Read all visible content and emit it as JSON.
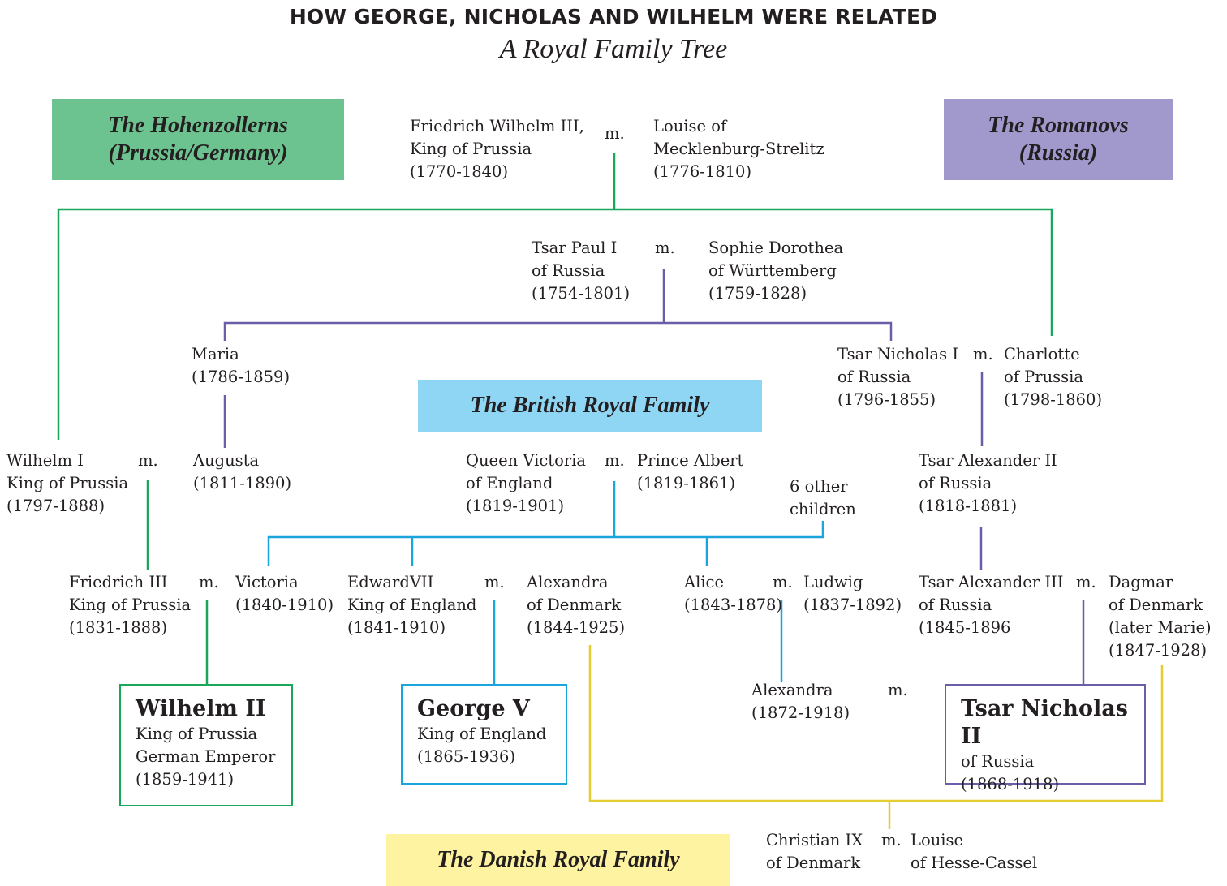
{
  "title": "HOW GEORGE, NICHOLAS AND WILHELM WERE RELATED",
  "subtitle": "A Royal Family Tree",
  "marriage_label": "m.",
  "colors": {
    "prussia": "#6dc38f",
    "russia": "#a198cc",
    "britain": "#8fd6f4",
    "denmark": "#fdf3a1",
    "line_prussia": "#19a85a",
    "line_russia": "#6b5ea8",
    "line_britain": "#1aa6dc",
    "line_denmark": "#e3cd30"
  },
  "families": {
    "hohenzollerns": [
      "The Hohenzollerns",
      "(Prussia/Germany)"
    ],
    "romanovs": [
      "The Romanovs",
      "(Russia)"
    ],
    "british": [
      "The British Royal Family"
    ],
    "danish": [
      "The Danish Royal Family"
    ]
  },
  "people": {
    "friedrich_wilhelm_iii": [
      "Friedrich Wilhelm III,",
      "King of Prussia",
      "(1770-1840)"
    ],
    "louise_mecklenburg": [
      "Louise of",
      "Mecklenburg-Strelitz",
      "(1776-1810)"
    ],
    "paul_i": [
      "Tsar Paul I",
      "of Russia",
      "(1754-1801)"
    ],
    "sophie_dorothea": [
      "Sophie Dorothea",
      "of Württemberg",
      "(1759-1828)"
    ],
    "maria": [
      "Maria",
      "(1786-1859)"
    ],
    "nicholas_i": [
      "Tsar Nicholas I",
      "of Russia",
      "(1796-1855)"
    ],
    "charlotte": [
      "Charlotte",
      "of Prussia",
      "(1798-1860)"
    ],
    "wilhelm_i": [
      "Wilhelm I",
      "King of Prussia",
      "(1797-1888)"
    ],
    "augusta": [
      "Augusta",
      "(1811-1890)"
    ],
    "victoria_queen": [
      "Queen Victoria",
      "of England",
      "(1819-1901)"
    ],
    "albert": [
      "Prince Albert",
      "(1819-1861)"
    ],
    "other_children": [
      "6 other",
      "children"
    ],
    "alexander_ii": [
      "Tsar Alexander II",
      "of Russia",
      "(1818-1881)"
    ],
    "friedrich_iii": [
      "Friedrich III",
      "King of Prussia",
      "(1831-1888)"
    ],
    "victoria_princess": [
      "Victoria",
      "(1840-1910)"
    ],
    "edward_vii": [
      "EdwardVII",
      "King of England",
      "(1841-1910)"
    ],
    "alexandra_denmark": [
      "Alexandra",
      "of Denmark",
      "(1844-1925)"
    ],
    "alice": [
      "Alice",
      "(1843-1878)"
    ],
    "ludwig": [
      "Ludwig",
      "(1837-1892)"
    ],
    "alexander_iii": [
      "Tsar Alexander III",
      "of Russia",
      "(1845-1896"
    ],
    "dagmar": [
      "Dagmar",
      "of Denmark",
      "(later Marie)",
      "(1847-1928)"
    ],
    "alexandra_hesse": [
      "Alexandra",
      "(1872-1918)"
    ],
    "christian_ix": [
      "Christian IX",
      "of Denmark"
    ],
    "louise_hesse": [
      "Louise",
      "of Hesse-Cassel"
    ]
  },
  "highlighted": {
    "wilhelm_ii": {
      "name": "Wilhelm II",
      "lines": [
        "King of Prussia",
        "German Emperor",
        "(1859-1941)"
      ]
    },
    "george_v": {
      "name": "George V",
      "lines": [
        "King of England",
        "(1865-1936)"
      ]
    },
    "nicholas_ii": {
      "name": "Tsar Nicholas II",
      "lines": [
        "of Russia",
        "(1868-1918)"
      ]
    }
  }
}
